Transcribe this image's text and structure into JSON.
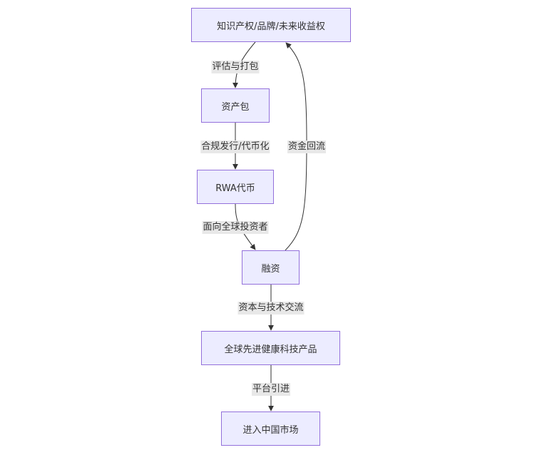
{
  "diagram": {
    "type": "flowchart",
    "direction": "top-down",
    "colors": {
      "node_fill": "#ececff",
      "node_border": "#9370db",
      "edge": "#333333",
      "label_bg": "#e8e8e8",
      "text": "#333333"
    },
    "nodes": [
      {
        "id": "ip",
        "label": "知识产权/品牌/未来收益权"
      },
      {
        "id": "pkg",
        "label": "资产包"
      },
      {
        "id": "rwa",
        "label": "RWA代币"
      },
      {
        "id": "fin",
        "label": "融资"
      },
      {
        "id": "prod",
        "label": "全球先进健康科技产品"
      },
      {
        "id": "cn",
        "label": "进入中国市场"
      }
    ],
    "edges": [
      {
        "from": "ip",
        "to": "pkg",
        "label": "评估与打包"
      },
      {
        "from": "pkg",
        "to": "rwa",
        "label": "合规发行/代币化"
      },
      {
        "from": "rwa",
        "to": "fin",
        "label": "面向全球投资者"
      },
      {
        "from": "fin",
        "to": "ip",
        "label": "资金回流"
      },
      {
        "from": "fin",
        "to": "prod",
        "label": "资本与技术交流"
      },
      {
        "from": "prod",
        "to": "cn",
        "label": "平台引进"
      }
    ]
  }
}
